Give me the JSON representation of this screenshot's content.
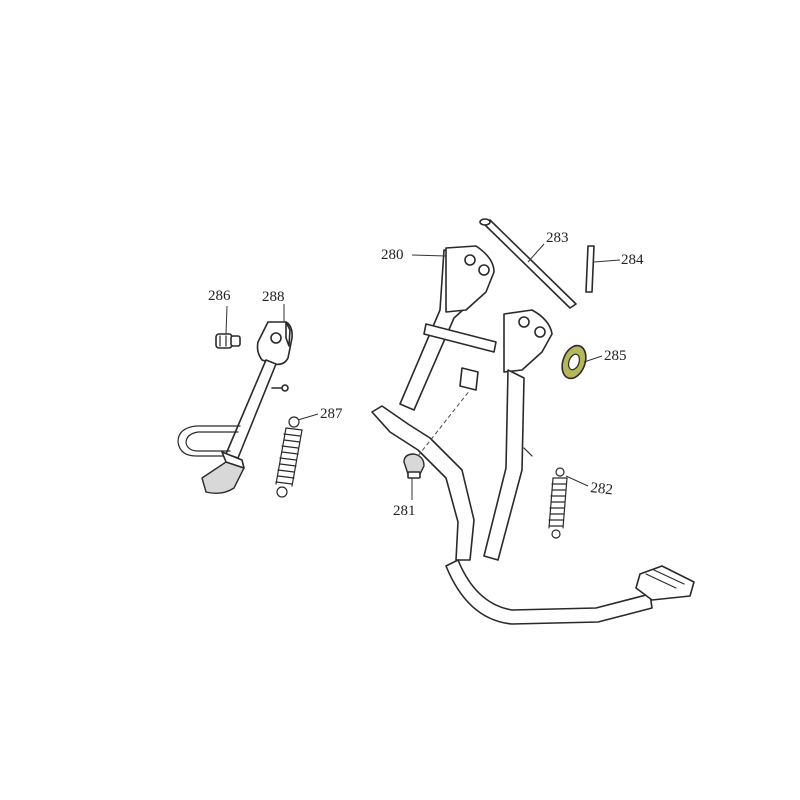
{
  "diagram": {
    "callouts": {
      "c280": "280",
      "c281": "281",
      "c282": "282",
      "c283": "283",
      "c284": "284",
      "c285": "285",
      "c286": "286",
      "c287": "287",
      "c288": "288"
    },
    "colors": {
      "line": "#2a2a2a",
      "washer_fill": "#b5b85a",
      "background": "#ffffff"
    }
  }
}
